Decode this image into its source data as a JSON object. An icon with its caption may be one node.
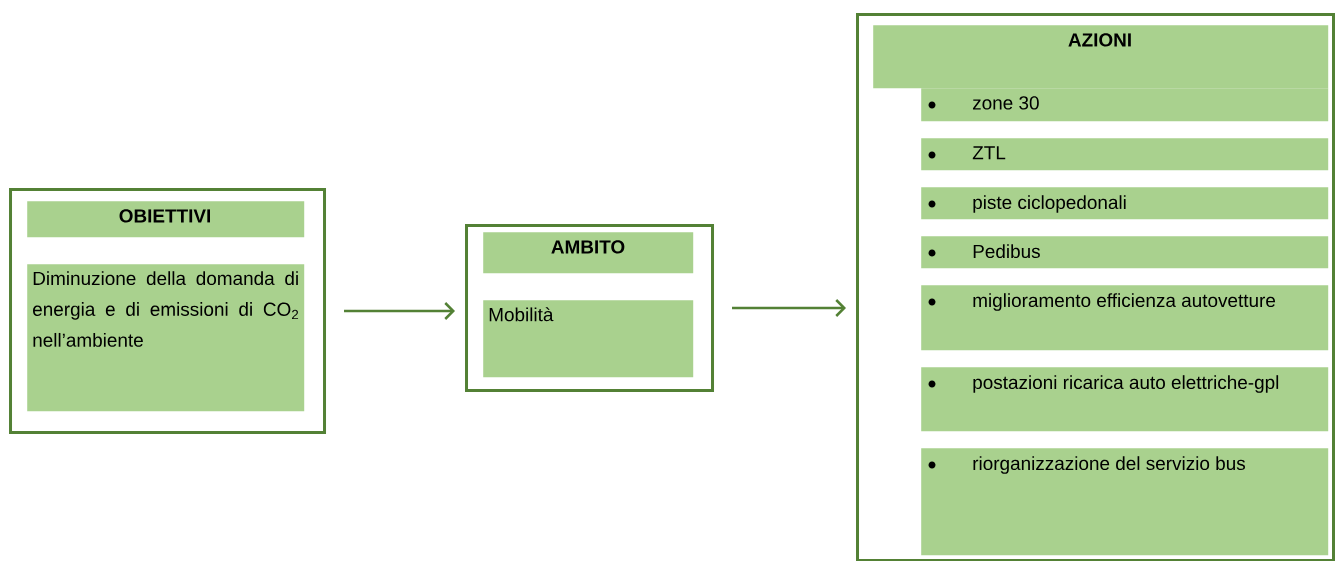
{
  "diagram": {
    "nodes": [
      {
        "text": [],
        "shape": "box"
      },
      {
        "text": [
          "OBIETTIVI"
        ],
        "in": 0
      },
      {
        "text": [
          "Diminuzione della domanda di energia e di emissioni di CO$_{2}$ nell’ambiente"
        ],
        "in": 0
      },
      {
        "text": [],
        "shape": "box"
      },
      {
        "text": [
          "AMBITO"
        ],
        "in": 3
      },
      {
        "text": [
          "Mobilità"
        ],
        "in": 3
      },
      {
        "text": [],
        "shape": "box"
      },
      {
        "text": [
          "AZIONI"
        ],
        "in": 6
      },
      {
        "text": [
          "zone 30"
        ],
        "in": 6
      },
      {
        "text": [
          "ZTL"
        ],
        "in": 6
      },
      {
        "text": [
          "piste ciclopedonali"
        ],
        "in": 6
      },
      {
        "text": [
          "Pedibus"
        ],
        "in": 6
      },
      {
        "text": [
          "miglioramento efficienza autovetture"
        ],
        "in": 6
      },
      {
        "text": [
          "postazioni ricarica auto elettriche-gpl"
        ],
        "in": 6
      },
      {
        "text": [
          "riorganizzazione del servizio bus"
        ],
        "in": 6
      }
    ],
    "edges": [
      {
        "from": 0,
        "to": 3,
        "arrow": "to"
      },
      {
        "from": 3,
        "to": 6,
        "arrow": "to"
      }
    ]
  }
}
